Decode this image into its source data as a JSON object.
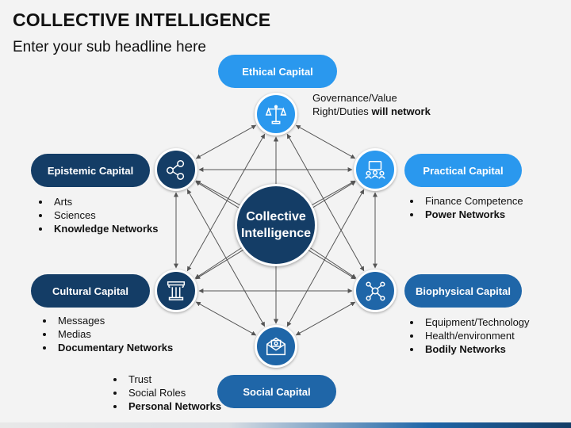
{
  "header": {
    "title": "COLLECTIVE INTELLIGENCE",
    "subtitle": "Enter your sub headline here"
  },
  "center": {
    "line1": "Collective",
    "line2": "Intelligence"
  },
  "capitals": {
    "ethical": {
      "label": "Ethical Capital",
      "icon": "scales-icon",
      "notes": [
        "Governance/Value",
        "Right/Duties",
        "will network"
      ]
    },
    "practical": {
      "label": "Practical Capital",
      "icon": "group-meeting-icon",
      "bullets": [
        "Finance Competence",
        "Power Networks"
      ]
    },
    "biophysical": {
      "label": "Biophysical Capital",
      "icon": "molecule-icon",
      "bullets": [
        "Equipment/Technology",
        "Health/environment",
        "Bodily Networks"
      ]
    },
    "social": {
      "label": "Social Capital",
      "icon": "envelope-icon",
      "bullets": [
        "Trust",
        "Social Roles",
        "Personal Networks"
      ]
    },
    "cultural": {
      "label": "Cultural Capital",
      "icon": "pillar-icon",
      "bullets": [
        "Messages",
        "Medias",
        "Documentary Networks"
      ]
    },
    "epistemic": {
      "label": "Epistemic Capital",
      "icon": "network-people-icon",
      "bullets": [
        "Arts",
        "Sciences",
        "Knowledge Networks"
      ]
    }
  },
  "colors": {
    "dark_blue": "#143d66",
    "mid_blue": "#1f66a8",
    "light_blue": "#2a98ee",
    "connector": "#555555"
  }
}
